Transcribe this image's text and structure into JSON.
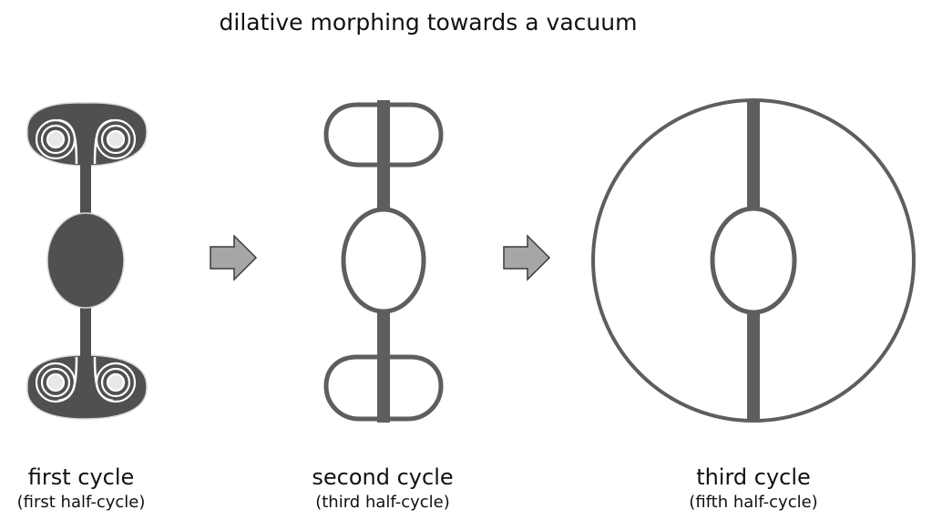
{
  "title": "dilative morphing towards a vacuum",
  "colors": {
    "stroke": "#5e5e5e",
    "fill_dark": "#505050",
    "arrow_fill": "#a6a6a6",
    "arrow_stroke": "#3a3a3a"
  },
  "stages": [
    {
      "label": "first cycle",
      "sublabel": "(first half-cycle)"
    },
    {
      "label": "second cycle",
      "sublabel": "(third half-cycle)"
    },
    {
      "label": "third cycle",
      "sublabel": "(fifth half-cycle)"
    }
  ],
  "arrows": [
    {
      "icon": "right-arrow-icon"
    },
    {
      "icon": "right-arrow-icon"
    }
  ]
}
